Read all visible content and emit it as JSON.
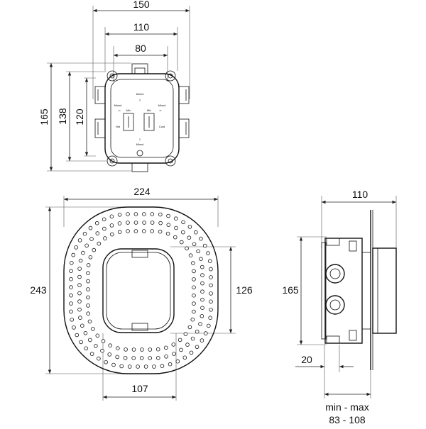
{
  "top_view": {
    "dims": {
      "w150": "150",
      "w110": "110",
      "w80": "80",
      "h165": "165",
      "h138": "138",
      "h120": "120"
    },
    "labels": {
      "mixed_top": "Mixed",
      "mixed_bottom": "Mixed",
      "mixed_left": "Mixed",
      "mixed_right": "Mixed",
      "mix_left": "Mix",
      "mix_right": "Mix",
      "hot": "Hot",
      "cold": "Cold"
    }
  },
  "plate_view": {
    "dims": {
      "w224": "224",
      "h243": "243",
      "h126": "126",
      "w107": "107"
    }
  },
  "side_view": {
    "dims": {
      "w110": "110",
      "h165": "165",
      "w20": "20"
    },
    "range_title": "min - max",
    "range_value": "83 - 108"
  }
}
